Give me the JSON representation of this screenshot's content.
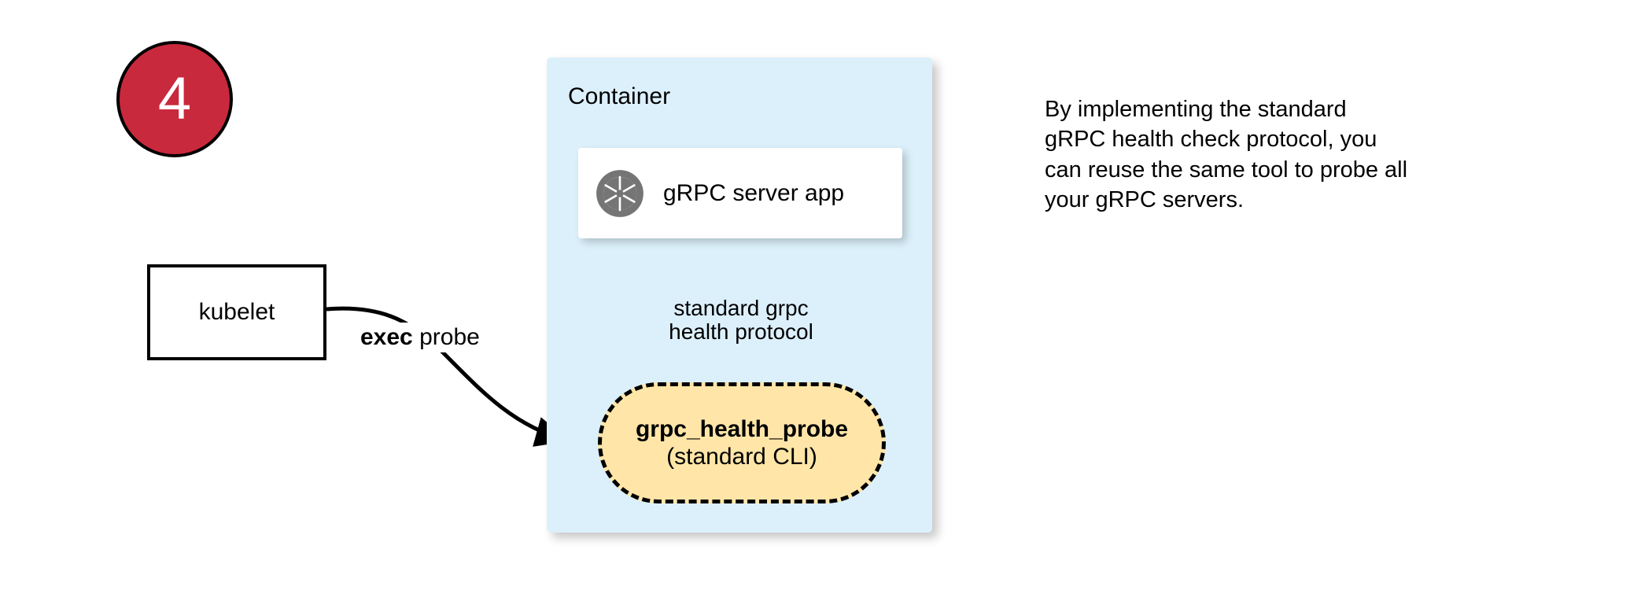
{
  "step": {
    "number": "4"
  },
  "container": {
    "label": "Container",
    "background_color": "#dcf0fb"
  },
  "server_app": {
    "label": "gRPC server app",
    "icon": "aperture-icon",
    "icon_color": "#757575",
    "background_color": "#ffffff"
  },
  "kubelet": {
    "label": "kubelet",
    "background_color": "#ffffff",
    "border_color": "#000000"
  },
  "probe": {
    "title": "grpc_health_probe",
    "subtitle": "(standard CLI)",
    "background_color": "#ffe6a8",
    "border_color": "#000000",
    "border_style": "dashed"
  },
  "edges": {
    "exec_probe": {
      "label_bold": "exec",
      "label_rest": " probe",
      "from": "kubelet",
      "to": "grpc_health_probe"
    },
    "health_protocol": {
      "line1": "standard grpc",
      "line2": "health protocol",
      "from": "grpc_health_probe",
      "to": "gRPC server app"
    }
  },
  "note": {
    "lines": [
      "By implementing the standard",
      "gRPC health check protocol, you",
      "can reuse the same tool to probe all",
      "your gRPC servers."
    ]
  },
  "colors": {
    "badge_fill": "#c9293d",
    "badge_text": "#ffffff",
    "container_fill": "#dcf0fb",
    "probe_fill": "#ffe6a8",
    "stroke": "#000000"
  }
}
